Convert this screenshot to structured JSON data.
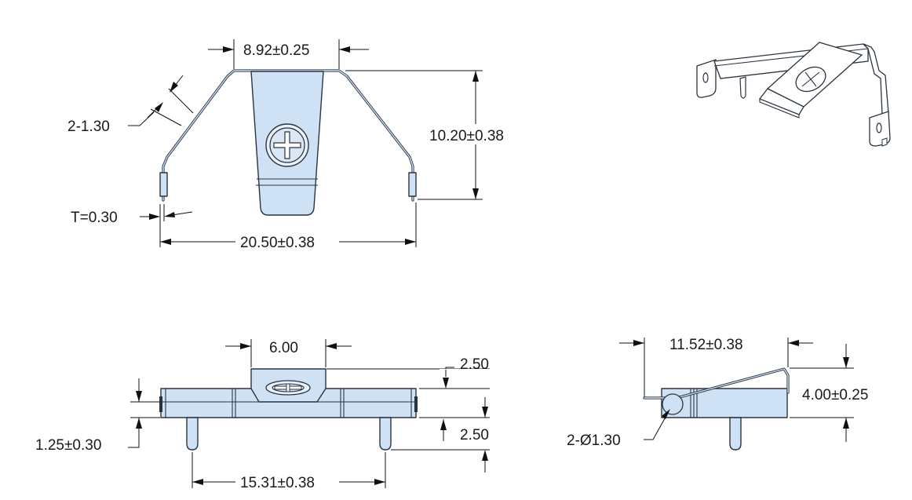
{
  "front_view": {
    "top_width": "8.92±0.25",
    "height": "10.20±0.38",
    "leg_dim": "2-1.30",
    "thickness": "T=0.30",
    "overall_width": "20.50±0.38"
  },
  "bottom_view": {
    "tab_width": "6.00",
    "tab_height": "2.50",
    "pin_length": "2.50",
    "body_height": "1.25±0.30",
    "pin_spacing": "15.31±0.38"
  },
  "side_view": {
    "length": "11.52±0.38",
    "height": "4.00±0.25",
    "hole": "2-Ø1.30"
  },
  "colors": {
    "part_fill": "#cfe1f5",
    "outline": "#2a3440"
  }
}
